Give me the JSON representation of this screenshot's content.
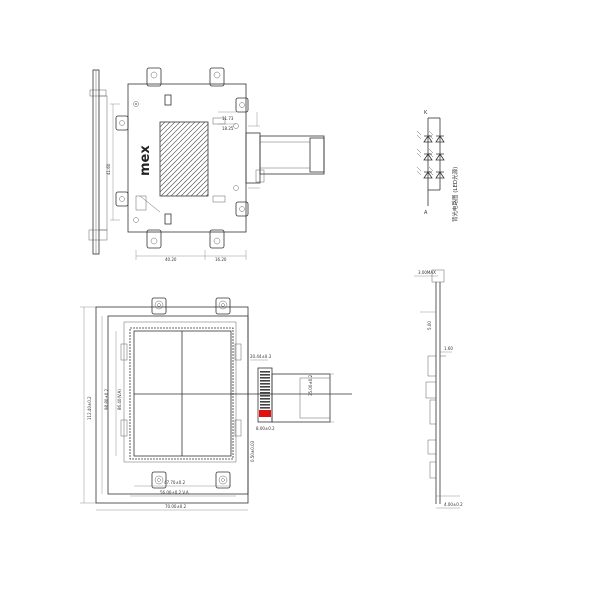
{
  "top_view": {
    "logo": "mex",
    "dims": {
      "left_height": "41.60",
      "right_a": "11.73",
      "right_b": "18.25",
      "bottom_a": "40.20",
      "bottom_b": "16.20"
    }
  },
  "schematic": {
    "anode": "A",
    "cathode": "K",
    "caption": "背光电路图 (LED光源)"
  },
  "front_view": {
    "dims": {
      "total_height": "112.40±0.2",
      "inner_height": "98.80±0.2",
      "active_height": "86.40(V.A)",
      "bottom_1": "47.70±0.2",
      "bottom_2": "56.00±0.2 V.A",
      "bottom_3": "70.00±0.2",
      "side_a": "20.44±0.3",
      "side_b": "8.00±0.2",
      "pitch": "0.50±0.03",
      "fpc": "35.00±0.2"
    }
  },
  "side_view": {
    "dims": {
      "top": "3.00MAX",
      "mid": "5.00",
      "bottom": "4.00±0.2",
      "note": "1.60"
    }
  },
  "colors": {
    "line": "#333333",
    "marker": "#e01010"
  }
}
